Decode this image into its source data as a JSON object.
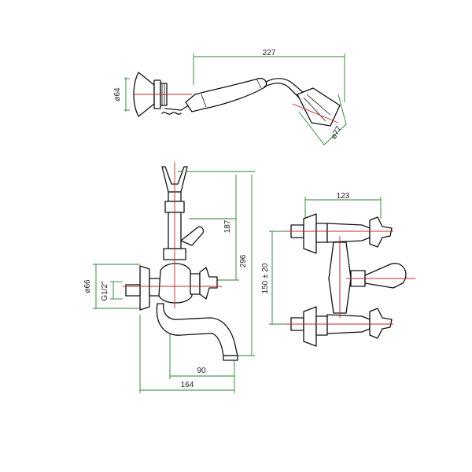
{
  "colors": {
    "outline": "#111111",
    "dimension": "#2e7d32",
    "centerline": "#c62828"
  },
  "hand_shower": {
    "length": "227",
    "handset_diameter": "ø64",
    "head_diameter": "ø77"
  },
  "side_view": {
    "height_upper": "187",
    "height_total": "296",
    "escutcheon_diameter": "ø66",
    "thread": "G1/2\"",
    "spout_reach": "90",
    "total_depth": "164"
  },
  "front_view": {
    "inlet_width": "123",
    "centers": "150 ± 20"
  }
}
